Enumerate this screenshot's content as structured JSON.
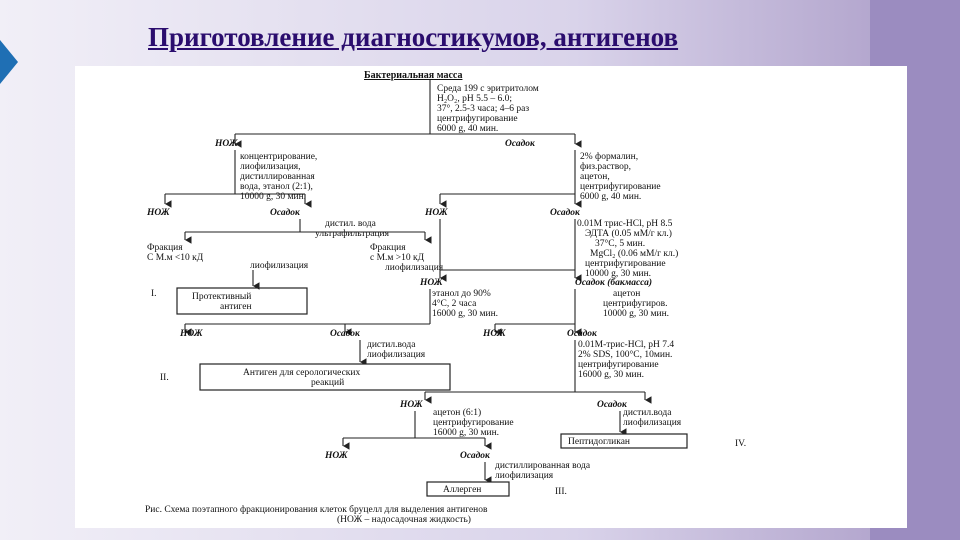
{
  "slide": {
    "title": "Приготовление диагностикумов, антигенов"
  },
  "diagram": {
    "root": "Бактериальная масса",
    "root_steps": [
      "Среда 199 с эритритолом",
      "H₂O₂, pH 5.5 – 6.0;",
      "37°, 2.5-3 часа;    4–6 раз",
      "центрифугирование",
      "6000 g, 40 мин."
    ],
    "n1_label": "НОЖ",
    "n1_steps": [
      "концентрирование,",
      "лиофилизация,",
      "дистиллированная",
      "вода, этанол (2:1),",
      "10000 g, 30 мин."
    ],
    "n2_label": "Осадок",
    "n2_steps": [
      "2% формалин,",
      "физ.раствор,",
      "ацетон,",
      "центрифугирование",
      "6000 g, 40 мин."
    ],
    "n3_label": "НОЖ",
    "n4_label": "Осадок",
    "n4_steps": [
      "дистил. вода",
      "ультрафильтрация"
    ],
    "n5_label": "НОЖ",
    "n6_label": "Осадок",
    "n6_steps": [
      "0.01М трис-HCl, pH 8.5",
      "ЭДТА (0.05 мМ/г кл.)",
      "37°C, 5 мин.",
      "MgCl₂ (0.06 мМ/г кл.)",
      "центрифугирование",
      "10000 g, 30 мин."
    ],
    "frac_a": [
      "Фракция",
      "С М.м <10 кД"
    ],
    "frac_b": [
      "Фракция",
      "с М.м >10 кД"
    ],
    "lyo_a": "лиофилизация",
    "lyo_b": "лиофилизация",
    "n7_label": "НОЖ",
    "n7_steps": [
      "этанол до 90%",
      "4°C, 2 часа",
      "16000 g, 30 мин."
    ],
    "n8_label": "Осадок (бакмасса)",
    "n8_steps": [
      "ацетон",
      "центрифугиров.",
      "10000 g, 30 мин."
    ],
    "box1": [
      "Протективный",
      "антиген"
    ],
    "roman1": "I.",
    "n9_label": "НОЖ",
    "n10_label": "Осадок",
    "n10_steps": [
      "дистил.вода",
      "лиофилизация"
    ],
    "n11_label": "НОЖ",
    "n12_label": "Осадок",
    "n12_steps": [
      "0.01М-трис-HCl, pH 7.4",
      "2% SDS, 100°C, 10мин.",
      "центрифугирование",
      "16000 g, 30 мин."
    ],
    "box2": [
      "Антиген для серологических",
      "реакций"
    ],
    "roman2": "II.",
    "n13_label": "НОЖ",
    "n13_steps": [
      "ацетон (6:1)",
      "центрифугирование",
      "16000 g, 30 мин."
    ],
    "n14_label": "Осадок",
    "n14_steps": [
      "дистил.вода",
      "лиофилизация"
    ],
    "box3": "Пептидогликан",
    "roman4": "IV.",
    "n15_label": "НОЖ",
    "n16_label": "Осадок",
    "n16_steps": [
      "дистиллированная вода",
      "лиофилизация"
    ],
    "box4": "Аллерген",
    "roman3": "III.",
    "caption": [
      "Рис. Схема поэтапного фракционирования клеток бруцелл для выделения антигенов",
      "(НОЖ – надосадочная жидкость)"
    ]
  }
}
